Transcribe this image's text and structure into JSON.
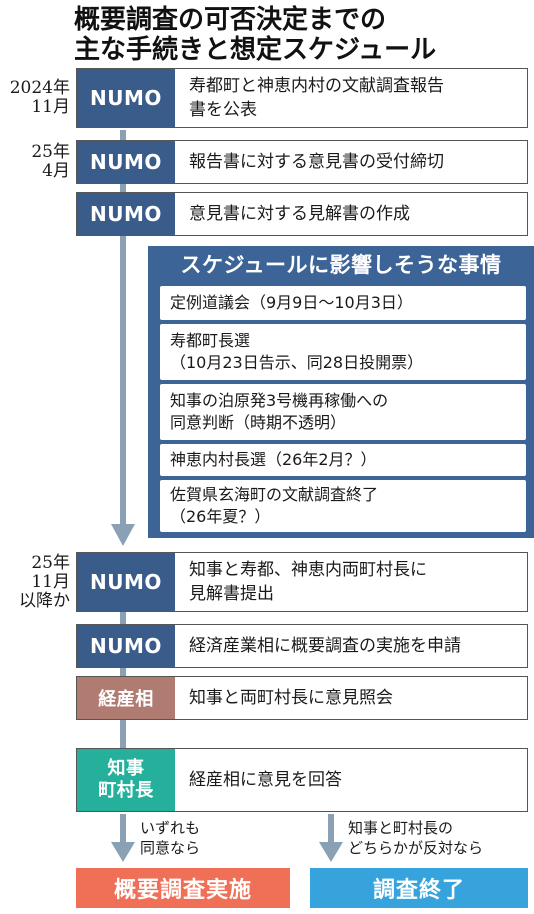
{
  "title": {
    "line1": "概要調査の可否決定までの",
    "line2": "主な手続きと想定スケジュール"
  },
  "colors": {
    "numo": "#3a5c8b",
    "meti": "#b07c72",
    "governor_mayors": "#25b09b",
    "panel": "#3c6496",
    "flow_line": "#8aa1b5",
    "result_survey": "#f06f57",
    "result_end": "#36a3dd"
  },
  "steps": [
    {
      "date": "2024年\n11月",
      "actor": "NUMO",
      "text": "寿都町と神恵内村の文献調査報告\n書を公表"
    },
    {
      "date": "25年\n4月",
      "actor": "NUMO",
      "text": "報告書に対する意見書の受付締切"
    },
    {
      "date": "",
      "actor": "NUMO",
      "text": "意見書に対する見解書の作成"
    },
    {
      "date": "25年\n11月\n以降か",
      "actor": "NUMO",
      "text": "知事と寿都、神恵内両町村長に\n見解書提出"
    },
    {
      "date": "",
      "actor": "NUMO",
      "text": "経済産業相に概要調査の実施を申請"
    },
    {
      "date": "",
      "actor": "経産相",
      "text": "知事と両町村長に意見照会"
    },
    {
      "date": "",
      "actor": "知事\n町村長",
      "text": "経産相に意見を回答"
    }
  ],
  "factors": {
    "title": "スケジュールに影響しそうな事情",
    "items": [
      "定例道議会（9月9日～10月3日）",
      "寿都町長選\n（10月23日告示、同28日投開票）",
      "知事の泊原発3号機再稼働への\n同意判断（時期不透明）",
      "神恵内村長選（26年2月？）",
      "佐賀県玄海町の文献調査終了\n（26年夏？）"
    ]
  },
  "branches": {
    "agree_note": "いずれも\n同意なら",
    "oppose_note": "知事と町村長の\nどちらかが反対なら",
    "agree_result": "概要調査実施",
    "oppose_result": "調査終了"
  }
}
